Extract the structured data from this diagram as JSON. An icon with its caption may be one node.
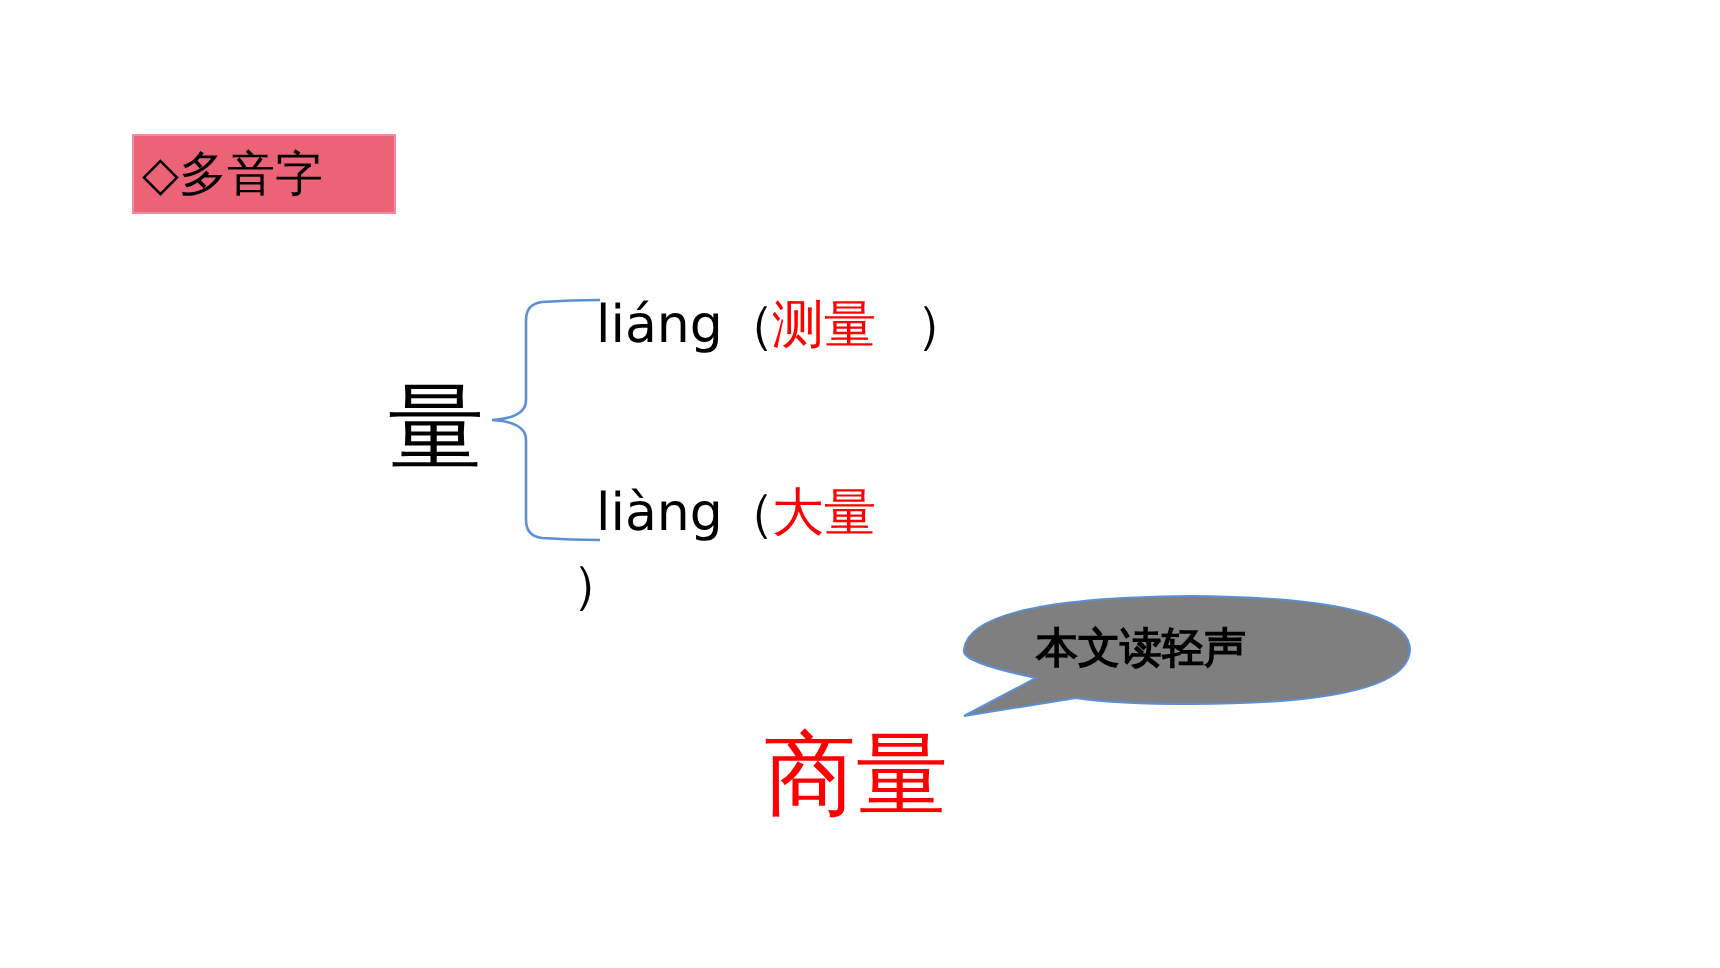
{
  "diagram": {
    "nodes": [
      {
        "text": [
          "◇多音字"
        ]
      },
      {
        "text": [
          "本文读轻声"
        ]
      }
    ],
    "labels": [
      "liáng（",
      "测量",
      "）",
      "量",
      "liàng（",
      "大量",
      "）",
      "商量"
    ]
  }
}
